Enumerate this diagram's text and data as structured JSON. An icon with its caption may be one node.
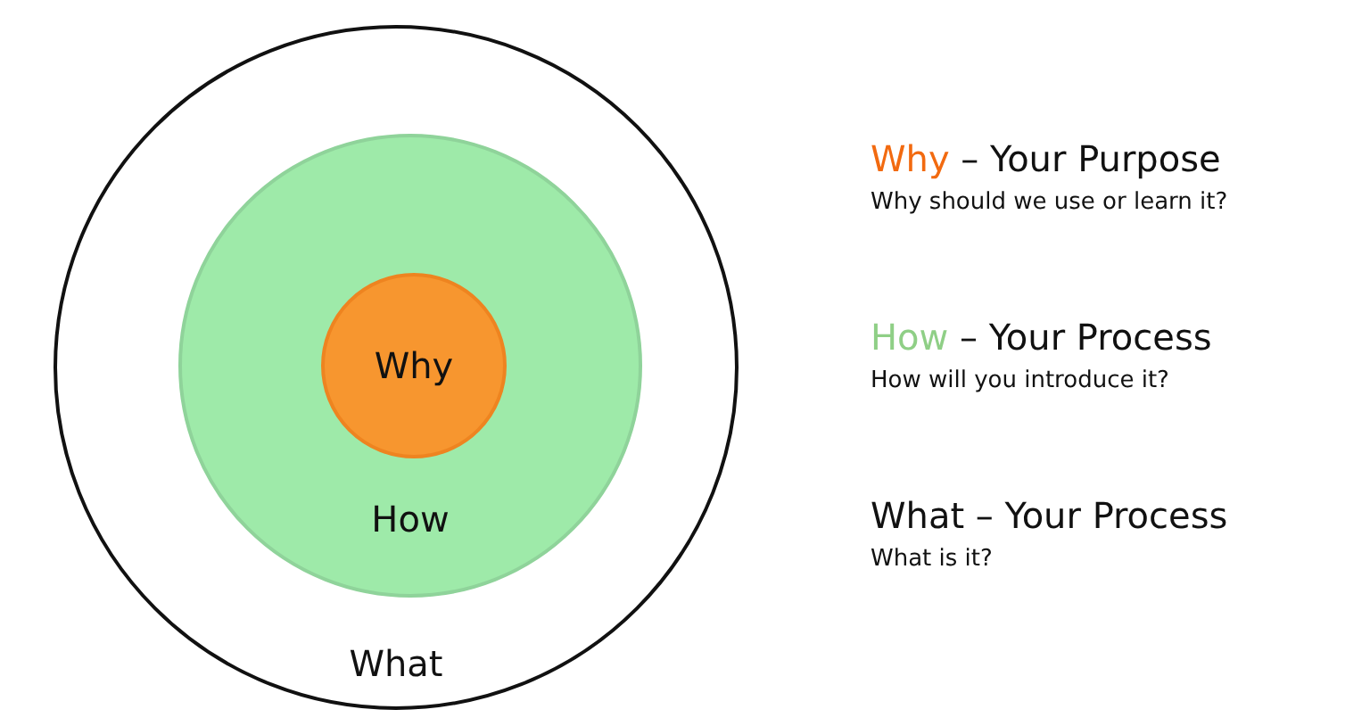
{
  "diagram": {
    "nodes": [
      {
        "text": [
          "What"
        ]
      },
      {
        "text": [
          "How"
        ],
        "in": 0
      },
      {
        "text": [
          "Why"
        ],
        "in": 1
      }
    ],
    "labels": [
      "Why – Your Purpose",
      "Why should we use or learn it?",
      "How – Your Process",
      "How will you introduce it?",
      "What – Your Process",
      "What is it?"
    ]
  }
}
